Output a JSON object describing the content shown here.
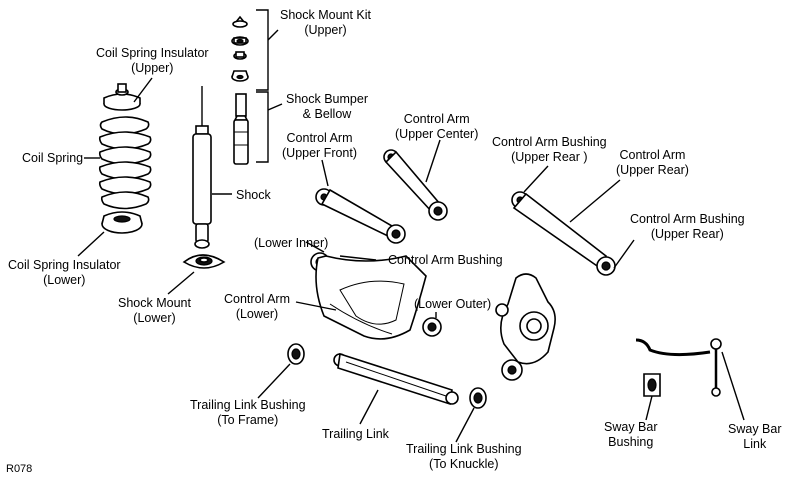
{
  "labels": {
    "shock_mount_kit": [
      "Shock Mount Kit",
      "(Upper)"
    ],
    "coil_spring_insulator_upper": [
      "Coil Spring Insulator",
      "(Upper)"
    ],
    "shock_bumper": [
      "Shock Bumper",
      "& Bellow"
    ],
    "control_arm_upper_center": [
      "Control Arm",
      "(Upper Center)"
    ],
    "control_arm_bushing_upper_rear_1": [
      "Control Arm Bushing",
      "(Upper Rear )"
    ],
    "control_arm_upper_rear": [
      "Control Arm",
      "(Upper Rear)"
    ],
    "control_arm_upper_front": [
      "Control Arm",
      "(Upper Front)"
    ],
    "coil_spring": [
      "Coil Spring"
    ],
    "shock": [
      "Shock"
    ],
    "control_arm_bushing_upper_rear_2": [
      "Control Arm Bushing",
      "(Upper Rear)"
    ],
    "lower_inner": [
      "(Lower Inner)"
    ],
    "control_arm_bushing": [
      "Control Arm Bushing"
    ],
    "coil_spring_insulator_lower": [
      "Coil Spring Insulator",
      "(Lower)"
    ],
    "shock_mount_lower": [
      "Shock Mount",
      "(Lower)"
    ],
    "lower_outer": [
      "(Lower Outer)"
    ],
    "control_arm_lower": [
      "Control Arm",
      "(Lower)"
    ],
    "trailing_link_bushing_frame": [
      "Trailing Link Bushing",
      "(To Frame)"
    ],
    "trailing_link": [
      "Trailing Link"
    ],
    "trailing_link_bushing_knuckle": [
      "Trailing Link Bushing",
      "(To Knuckle)"
    ],
    "sway_bar_bushing": [
      "Sway Bar",
      "Bushing"
    ],
    "sway_bar_link": [
      "Sway Bar",
      "Link"
    ]
  },
  "figure_code": "R078"
}
